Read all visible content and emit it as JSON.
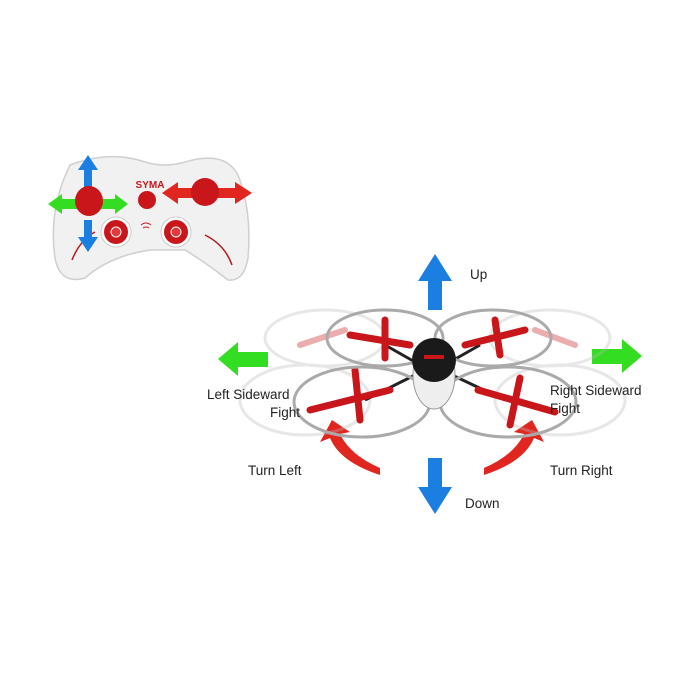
{
  "controller": {
    "brand": "SYMA"
  },
  "labels": {
    "up": "Up",
    "down": "Down",
    "left_line1": "Left Sideward",
    "left_line2": "Fight",
    "right_line1": "Right Sideward",
    "right_line2": "Fight",
    "turn_left": "Turn Left",
    "turn_right": "Turn Right"
  },
  "colors": {
    "blue": "#1a7fe0",
    "green": "#33dd22",
    "red": "#e0261f",
    "drone_red": "#c8161a"
  }
}
